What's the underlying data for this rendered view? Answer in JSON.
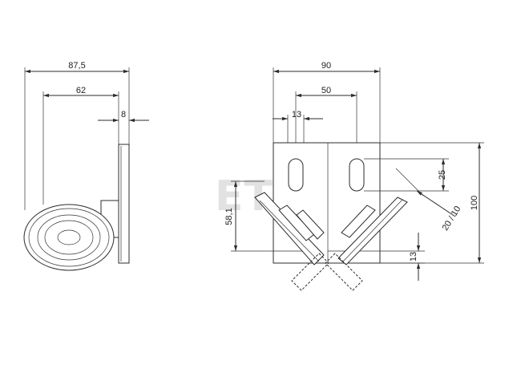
{
  "watermark": "ETN",
  "side_view": {
    "dim_overall_width": "87,5",
    "dim_inner_width": "62",
    "dim_plate_thickness": "8"
  },
  "front_view": {
    "dim_overall_width": "90",
    "dim_slot_spacing": "50",
    "dim_slot_width": "13",
    "dim_slot_length": "25",
    "dim_total_height": "100",
    "dim_left_height": "58,1",
    "dim_bottom_offset": "13",
    "dim_roller_size": "20 / 10"
  },
  "colors": {
    "line": "#2b2b2b",
    "watermark": "#e2e2e2",
    "background": "#ffffff"
  }
}
